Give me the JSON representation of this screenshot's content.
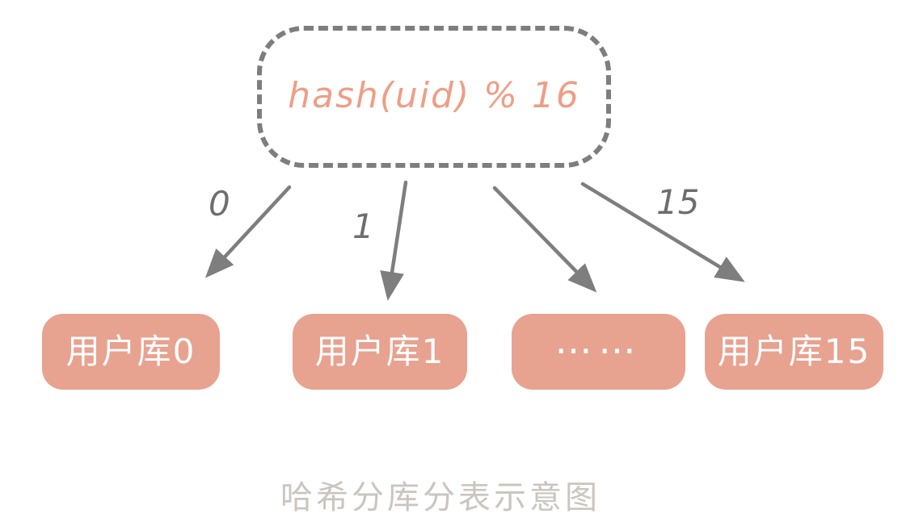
{
  "diagram": {
    "hash_node": {
      "label": "hash(uid) % 16"
    },
    "arrows": [
      {
        "label": "0"
      },
      {
        "label": "1"
      },
      {
        "label": ""
      },
      {
        "label": "15"
      }
    ],
    "shards": [
      {
        "label": "用户库0"
      },
      {
        "label": "用户库1"
      },
      {
        "label": "……"
      },
      {
        "label": "用户库15"
      }
    ],
    "caption": "哈希分库分表示意图"
  },
  "colors": {
    "background": "#ffffff",
    "shard_fill": "#e8a290",
    "shard_text": "#ffffff",
    "hash_text": "#ee9e86",
    "stroke_gray": "#7e7e7e",
    "arrow_label": "#6e6e6e",
    "caption_gray": "#cbc5c0"
  }
}
